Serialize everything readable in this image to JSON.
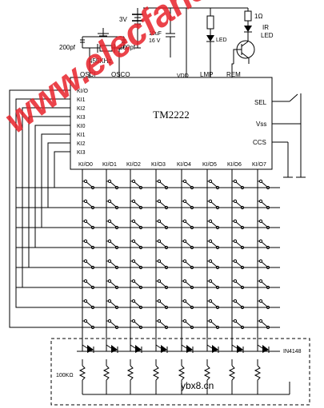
{
  "supply": {
    "battery": "3V",
    "cap_main": "10uF",
    "cap_rating": "16 V",
    "resistor": "1Ω",
    "led_ir": "IR",
    "led_ir2": "LED",
    "led_lamp": "LED"
  },
  "osc": {
    "cap1": "200pf",
    "cap2": "200pf",
    "crystal": "455KHz"
  },
  "chip": {
    "name": "TM2222",
    "top_pins": [
      "OSCI",
      "OSCO",
      "VDD",
      "LMP",
      "REM"
    ],
    "left_pins": [
      "KI/O",
      "KI1",
      "KI2",
      "KI3",
      "KI0",
      "KI1",
      "KI2",
      "KI3"
    ],
    "right_pins": [
      "SEL",
      "Vss",
      "CCS"
    ],
    "bottom_pins": [
      "KI/O0",
      "KI/O1",
      "KI/O2",
      "KI/O3",
      "KI/O4",
      "KI/O5",
      "KI/O6",
      "KI/O7"
    ]
  },
  "diode": "IN4148",
  "resistor_bottom": "100KΩ",
  "watermark": {
    "main": "www.elecfans.com",
    "corner": "ybx8.cn"
  }
}
